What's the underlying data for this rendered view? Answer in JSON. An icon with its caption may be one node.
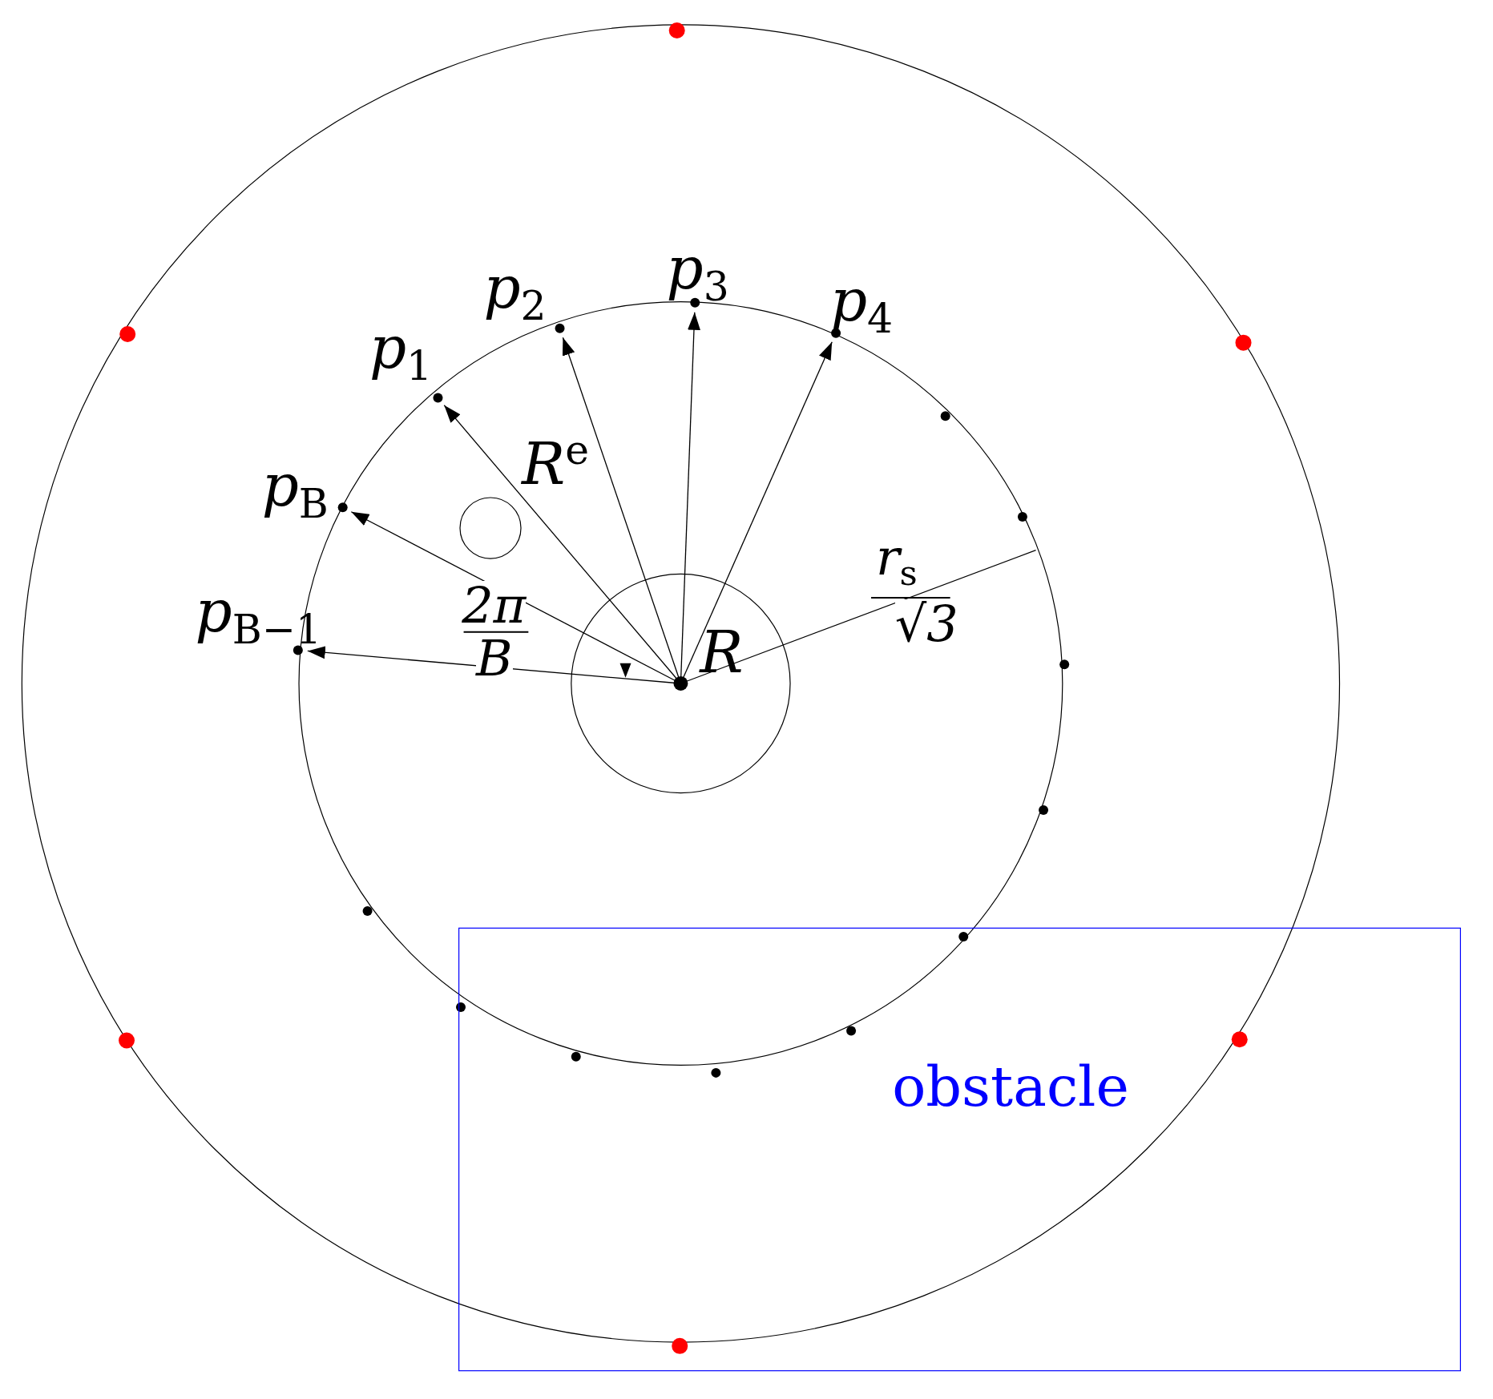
{
  "diagram": {
    "nodes": [
      {
        "text": [
          "R"
        ]
      },
      {
        "text": [
          "p$_{1}$"
        ]
      },
      {
        "text": [
          "p$_{2}$"
        ]
      },
      {
        "text": [
          "p$_{3}$"
        ]
      },
      {
        "text": [
          "p$_{4}$"
        ]
      },
      {
        "text": [
          "p$_{B}$"
        ]
      },
      {
        "text": [
          "p$_{B−1}$"
        ]
      },
      {
        "text": [
          "R$^{e}$"
        ]
      },
      {
        "text": [
          "obstacle"
        ]
      },
      {
        "text": [],
        "shape": "circle"
      }
    ],
    "edges": [
      {
        "from": 0,
        "to": 1,
        "arrow": "to"
      },
      {
        "from": 0,
        "to": 2,
        "arrow": "to"
      },
      {
        "from": 0,
        "to": 3,
        "arrow": "to"
      },
      {
        "from": 0,
        "to": 4,
        "arrow": "to"
      },
      {
        "from": 0,
        "to": 5,
        "arrow": "to"
      },
      {
        "from": 0,
        "to": 6,
        "arrow": "to"
      }
    ],
    "labels": [
      "2π",
      "B",
      "r$_{s}$",
      "√3"
    ]
  }
}
